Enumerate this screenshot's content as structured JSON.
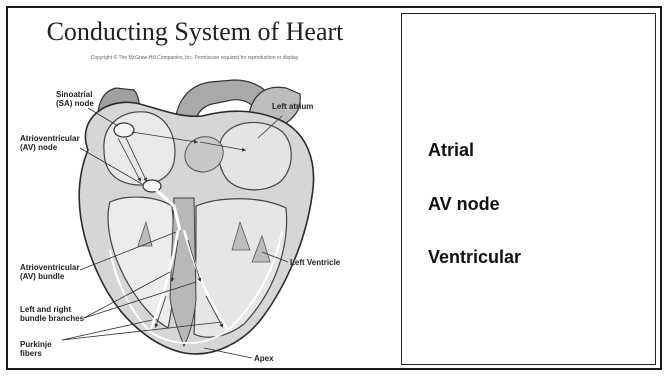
{
  "slide": {
    "title": "Conducting System of Heart",
    "copyright": "Copyright © The McGraw-Hill Companies, Inc. Permission required for reproduction or display."
  },
  "diagram": {
    "labels": {
      "sa_node_1": "Sinoatrial",
      "sa_node_2": "(SA) node",
      "av_node_1": "Atrioventricular",
      "av_node_2": "(AV) node",
      "left_atrium": "Left atrium",
      "av_bundle_1": "Atrioventricular",
      "av_bundle_2": "(AV) bundle",
      "left_ventricle": "Left Ventricle",
      "bundle_branches_1": "Left and right",
      "bundle_branches_2": "bundle branches",
      "purkinje_1": "Purkinje",
      "purkinje_2": "fibers",
      "apex": "Apex"
    }
  },
  "panel": {
    "items": [
      "Atrial",
      "AV node",
      "Ventricular"
    ]
  }
}
